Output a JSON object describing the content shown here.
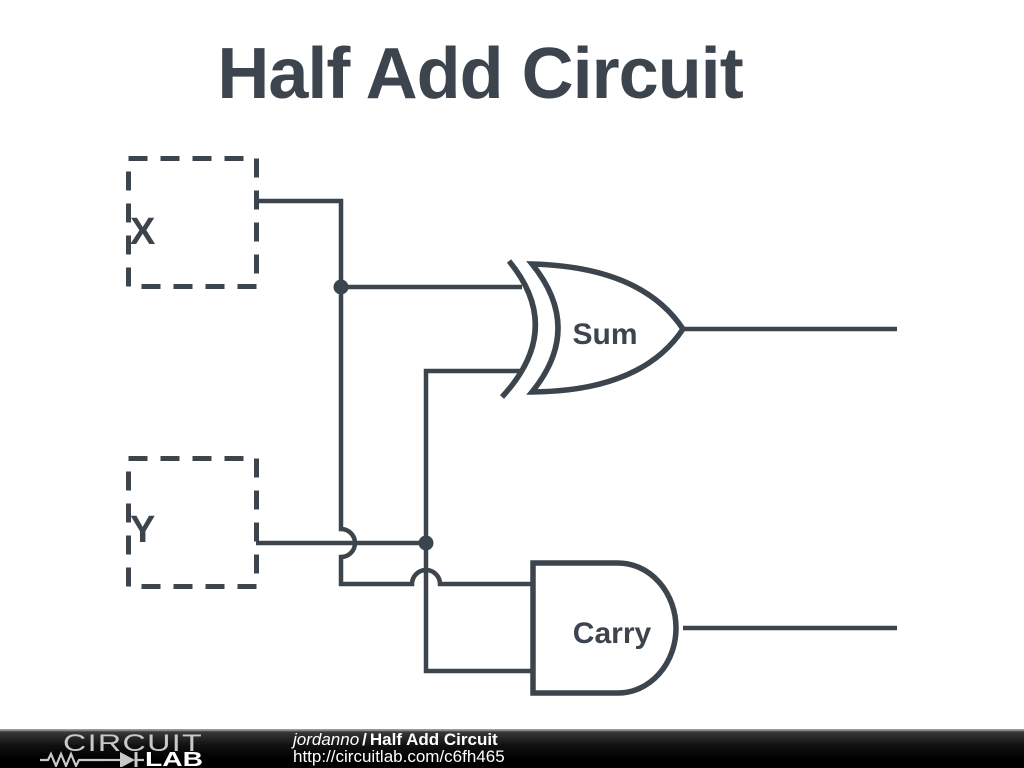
{
  "title": "Half Add Circuit",
  "colors": {
    "stroke": "#3c454d",
    "background": "#ffffff",
    "footer_background": "#000000",
    "footer_text": "#ffffff",
    "logo_gray": "#c9c9c9"
  },
  "diagram": {
    "inputs": [
      {
        "label": "X"
      },
      {
        "label": "Y"
      }
    ],
    "gates": [
      {
        "type": "xor-gate",
        "label": "Sum"
      },
      {
        "type": "and-gate",
        "label": "Carry"
      }
    ]
  },
  "footer": {
    "logo_line1": "CIRCUIT",
    "logo_line2": "LAB",
    "username": "jordanno",
    "separator": "/",
    "title": "Half Add Circuit",
    "url": "http://circuitlab.com/c6fh465"
  }
}
